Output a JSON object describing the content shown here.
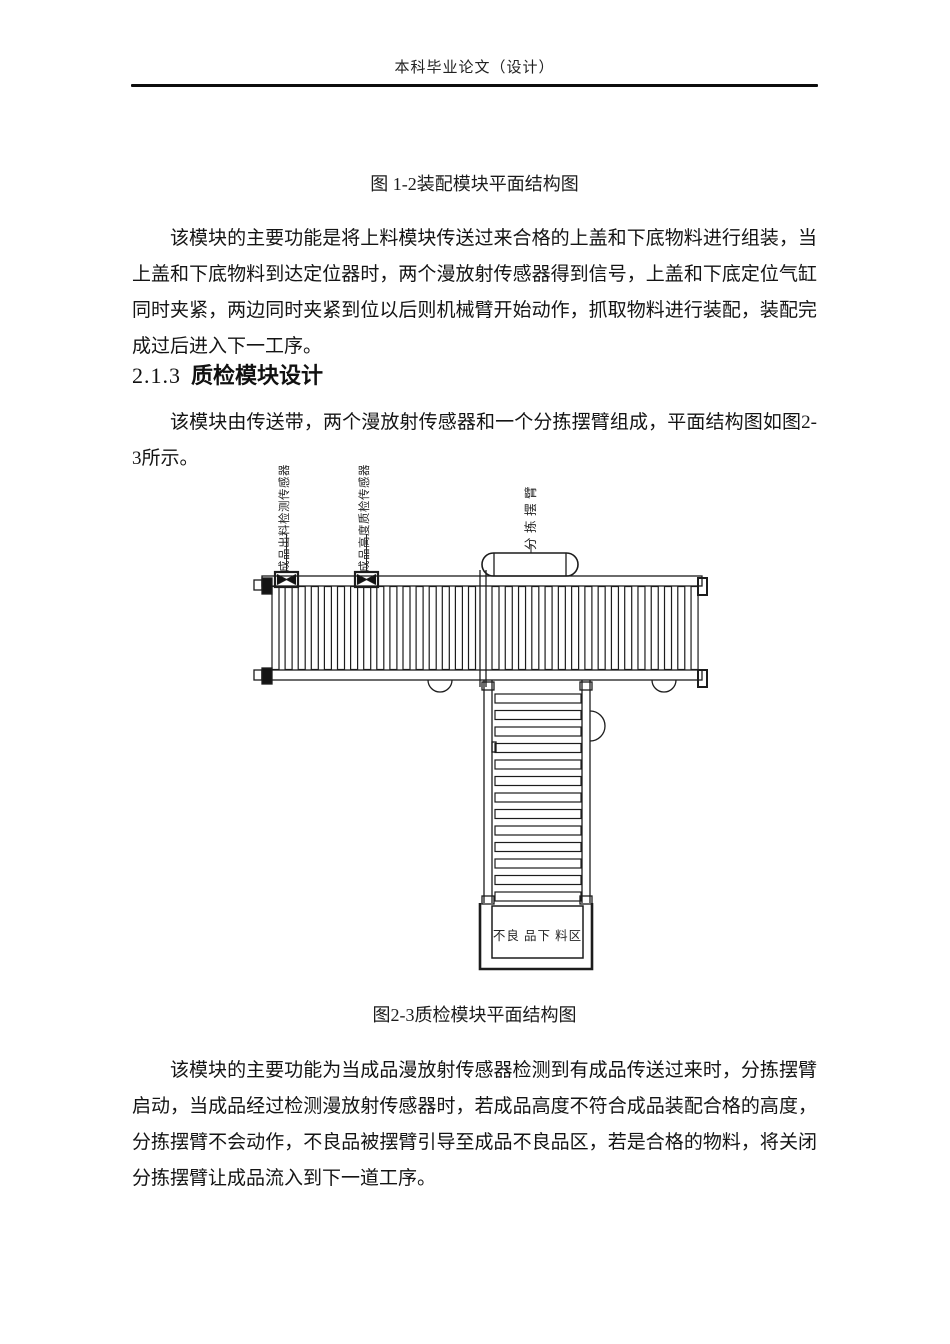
{
  "header": {
    "title": "本科毕业论文（设计）"
  },
  "content": {
    "figure12_caption": "图 1-2装配模块平面结构图",
    "para_assembly": "该模块的主要功能是将上料模块传送过来合格的上盖和下底物料进行组装，当上盖和下底物料到达定位器时，两个漫放射传感器得到信号，上盖和下底定位气缸同时夹紧，两边同时夹紧到位以后则机械臂开始动作，抓取物料进行装配，装配完成过后进入下一工序。",
    "heading_number": "2.1.3",
    "heading_text": "质检模块设计",
    "para_intro": "该模块由传送带，两个漫放射传感器和一个分拣摆臂组成，平面结构图如图2-3所示。",
    "figure23_caption": "图2-3质检模块平面结构图",
    "para_function": "该模块的主要功能为当成品漫放射传感器检测到有成品传送过来时，分拣摆臂启动，当成品经过检测漫放射传感器时，若成品高度不符合成品装配合格的高度，分拣摆臂不会动作，不良品被摆臂引导至成品不良品区，若是合格的物料，将关闭分拣摆臂让成品流入到下一道工序。"
  },
  "diagram": {
    "labels": {
      "outfeed_sensor": "成品出料检测传感器",
      "height_sensor": "成品高度质检传感器",
      "sorting_arm": "分拣摆臂",
      "reject_area": "不良 品下 料区"
    }
  }
}
